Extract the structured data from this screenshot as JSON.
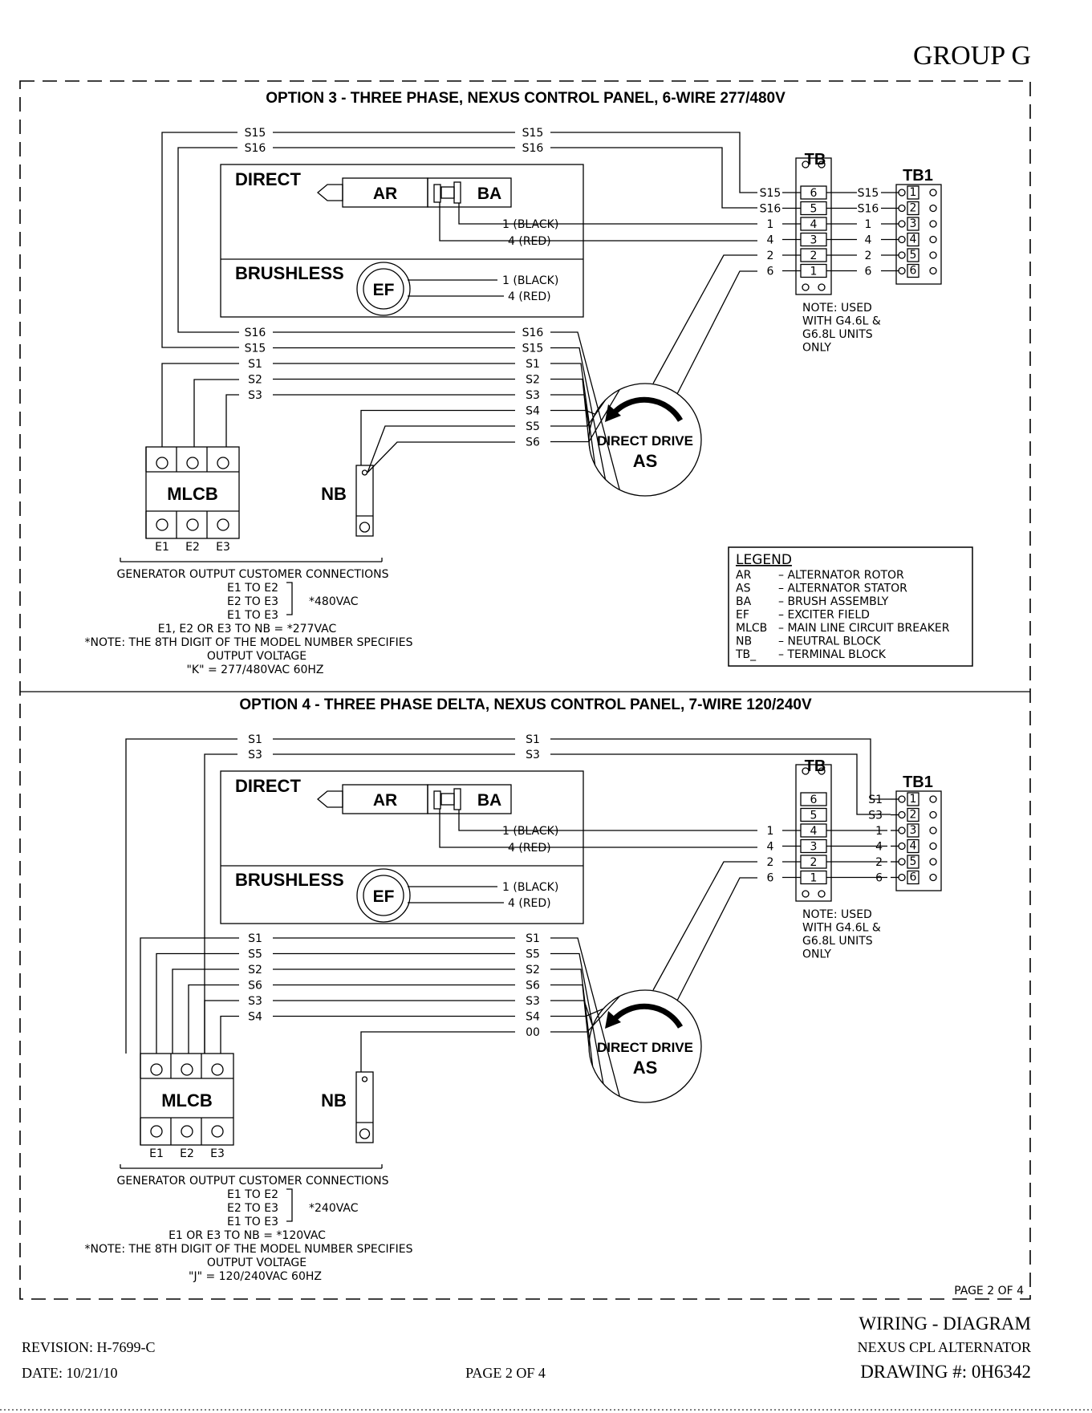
{
  "header": {
    "group": "GROUP G"
  },
  "opt3": {
    "title": "OPTION 3 - THREE PHASE, NEXUS CONTROL PANEL, 6-WIRE 277/480V",
    "direct": "DIRECT",
    "brushless": "BRUSHLESS",
    "ar": "AR",
    "ba": "BA",
    "ef": "EF",
    "black": "1 (BLACK)",
    "red": "4 (RED)",
    "tb": "TB",
    "tb1": "TB1",
    "tb_left": [
      "S15",
      "S16",
      "1",
      "4",
      "2",
      "6"
    ],
    "tb_right": [
      "S15",
      "S16",
      "1",
      "4",
      "2",
      "6"
    ],
    "tb_terms": [
      "6",
      "5",
      "4",
      "3",
      "2",
      "1"
    ],
    "tb1_terms": [
      "1",
      "2",
      "3",
      "4",
      "5",
      "6"
    ],
    "note": [
      "NOTE: USED",
      "WITH G4.6L &",
      "G6.8L UNITS",
      "ONLY"
    ],
    "top_wires": [
      "S15",
      "S16"
    ],
    "left_wires": [
      "S16",
      "S15",
      "S1",
      "S2",
      "S3"
    ],
    "right_wires": [
      "S16",
      "S15",
      "S1",
      "S2",
      "S3",
      "S4",
      "S5",
      "S6"
    ],
    "stator": [
      "DIRECT DRIVE",
      "AS"
    ],
    "mlcb": "MLCB",
    "nb": "NB",
    "e_labels": [
      "E1",
      "E2",
      "E3"
    ],
    "conn": [
      "GENERATOR OUTPUT CUSTOMER CONNECTIONS",
      "E1 TO E2",
      "E2 TO E3",
      "*480VAC",
      "E1 TO E3",
      "E1, E2 OR E3 TO NB = *277VAC",
      "*NOTE: THE 8TH DIGIT OF THE MODEL NUMBER SPECIFIES",
      "OUTPUT VOLTAGE",
      "\"K\" = 277/480VAC 60HZ"
    ],
    "legend_title": "LEGEND",
    "legend": [
      [
        "AR",
        "– ALTERNATOR ROTOR"
      ],
      [
        "AS",
        "– ALTERNATOR STATOR"
      ],
      [
        "BA",
        "– BRUSH ASSEMBLY"
      ],
      [
        "EF",
        "– EXCITER FIELD"
      ],
      [
        "MLCB",
        "– MAIN LINE CIRCUIT BREAKER"
      ],
      [
        "NB",
        "– NEUTRAL BLOCK"
      ],
      [
        "TB_",
        "– TERMINAL BLOCK"
      ]
    ]
  },
  "opt4": {
    "title": "OPTION 4 - THREE PHASE DELTA, NEXUS CONTROL PANEL, 7-WIRE 120/240V",
    "direct": "DIRECT",
    "brushless": "BRUSHLESS",
    "ar": "AR",
    "ba": "BA",
    "ef": "EF",
    "black": "1 (BLACK)",
    "red": "4 (RED)",
    "tb": "TB",
    "tb1": "TB1",
    "tb_left": [
      "1",
      "4",
      "2",
      "6"
    ],
    "tb_right": [
      "S1",
      "S3",
      "1",
      "4",
      "2",
      "6"
    ],
    "tb_terms": [
      "6",
      "5",
      "4",
      "3",
      "2",
      "1"
    ],
    "tb1_terms": [
      "1",
      "2",
      "3",
      "4",
      "5",
      "6"
    ],
    "note": [
      "NOTE: USED",
      "WITH G4.6L &",
      "G6.8L UNITS",
      "ONLY"
    ],
    "top_wires": [
      "S1",
      "S3"
    ],
    "left_wires": [
      "S1",
      "S5",
      "S2",
      "S6",
      "S3",
      "S4"
    ],
    "right_wires": [
      "S1",
      "S5",
      "S2",
      "S6",
      "S3",
      "S4",
      "00"
    ],
    "stator": [
      "DIRECT DRIVE",
      "AS"
    ],
    "mlcb": "MLCB",
    "nb": "NB",
    "e_labels": [
      "E1",
      "E2",
      "E3"
    ],
    "conn": [
      "GENERATOR OUTPUT CUSTOMER CONNECTIONS",
      "E1 TO E2",
      "E2 TO E3",
      "*240VAC",
      "E1 TO E3",
      "E1 OR E3 TO NB = *120VAC",
      "*NOTE: THE 8TH DIGIT OF THE MODEL NUMBER SPECIFIES",
      "OUTPUT VOLTAGE",
      "\"J\" = 120/240VAC 60HZ"
    ]
  },
  "page_box": "PAGE 2 OF 4",
  "footer": {
    "title1": "WIRING - DIAGRAM",
    "revision": "REVISION: H-7699-C",
    "title2": "NEXUS CPL ALTERNATOR",
    "date": "DATE: 10/21/10",
    "page": "PAGE 2 OF 4",
    "drawing": "DRAWING #: 0H6342"
  }
}
